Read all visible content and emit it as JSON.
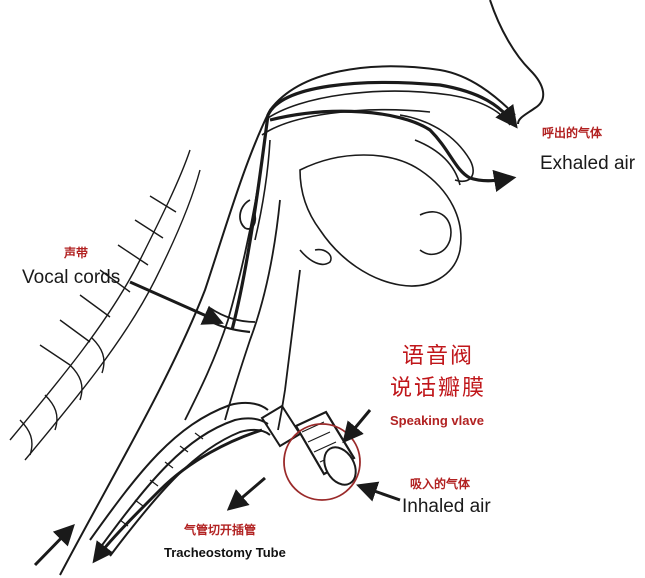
{
  "labels": {
    "exhaled_cn": "呼出的气体",
    "exhaled_en": "Exhaled air",
    "vocal_cn": "声带",
    "vocal_en": "Vocal cords",
    "valve_cn_line1": "语音阀",
    "valve_cn_line2": "说话瓣膜",
    "valve_en": "Speaking vlave",
    "inhaled_cn": "吸入的气体",
    "inhaled_en": "Inhaled air",
    "tube_cn": "气管切开插管",
    "tube_en": "Tracheostomy Tube"
  },
  "colors": {
    "accent_red": "#b22222",
    "line": "#1a1a1a",
    "valve_circle": "#9a2a2a"
  }
}
